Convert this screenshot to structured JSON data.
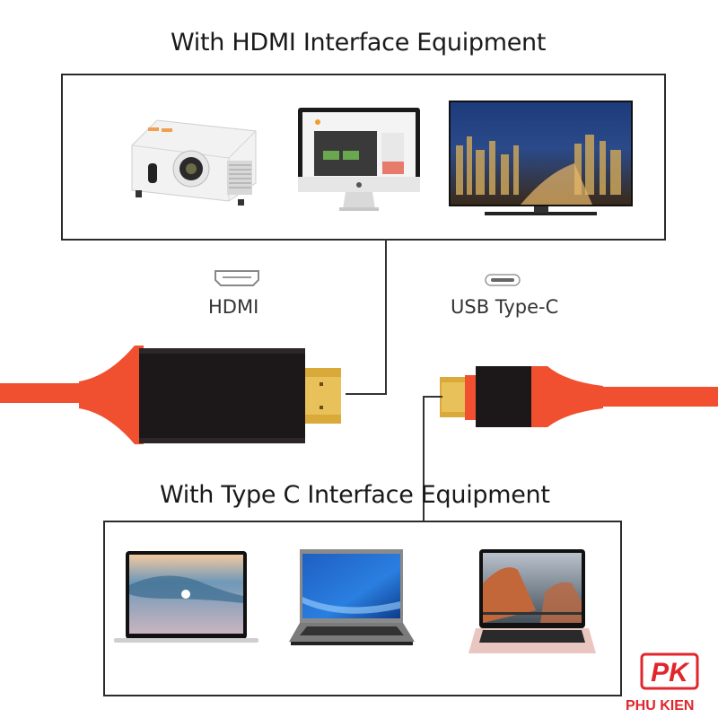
{
  "top_section": {
    "title": "With HDMI Interface Equipment",
    "devices": [
      {
        "name": "Projector",
        "icon": "projector-icon"
      },
      {
        "name": "iMac",
        "icon": "desktop-monitor-icon"
      },
      {
        "name": "TV",
        "icon": "television-icon"
      }
    ]
  },
  "connectors": {
    "hdmi": {
      "label": "HDMI",
      "icon": "hdmi-port-icon"
    },
    "usbc": {
      "label": "USB Type-C",
      "icon": "usb-c-port-icon"
    }
  },
  "bottom_section": {
    "title": "With Type C Interface Equipment",
    "devices": [
      {
        "name": "MacBook Pro",
        "icon": "laptop-icon"
      },
      {
        "name": "Windows Laptop",
        "icon": "laptop-icon"
      },
      {
        "name": "MacBook",
        "icon": "laptop-icon"
      }
    ]
  },
  "cable": {
    "jacket_color": "#f0502f",
    "housing_color": "#1c1718",
    "connector_color": "#d9a93a"
  },
  "brand": {
    "logo_letters": "PK",
    "name": "PHU KIEN",
    "color": "#e0262c"
  }
}
